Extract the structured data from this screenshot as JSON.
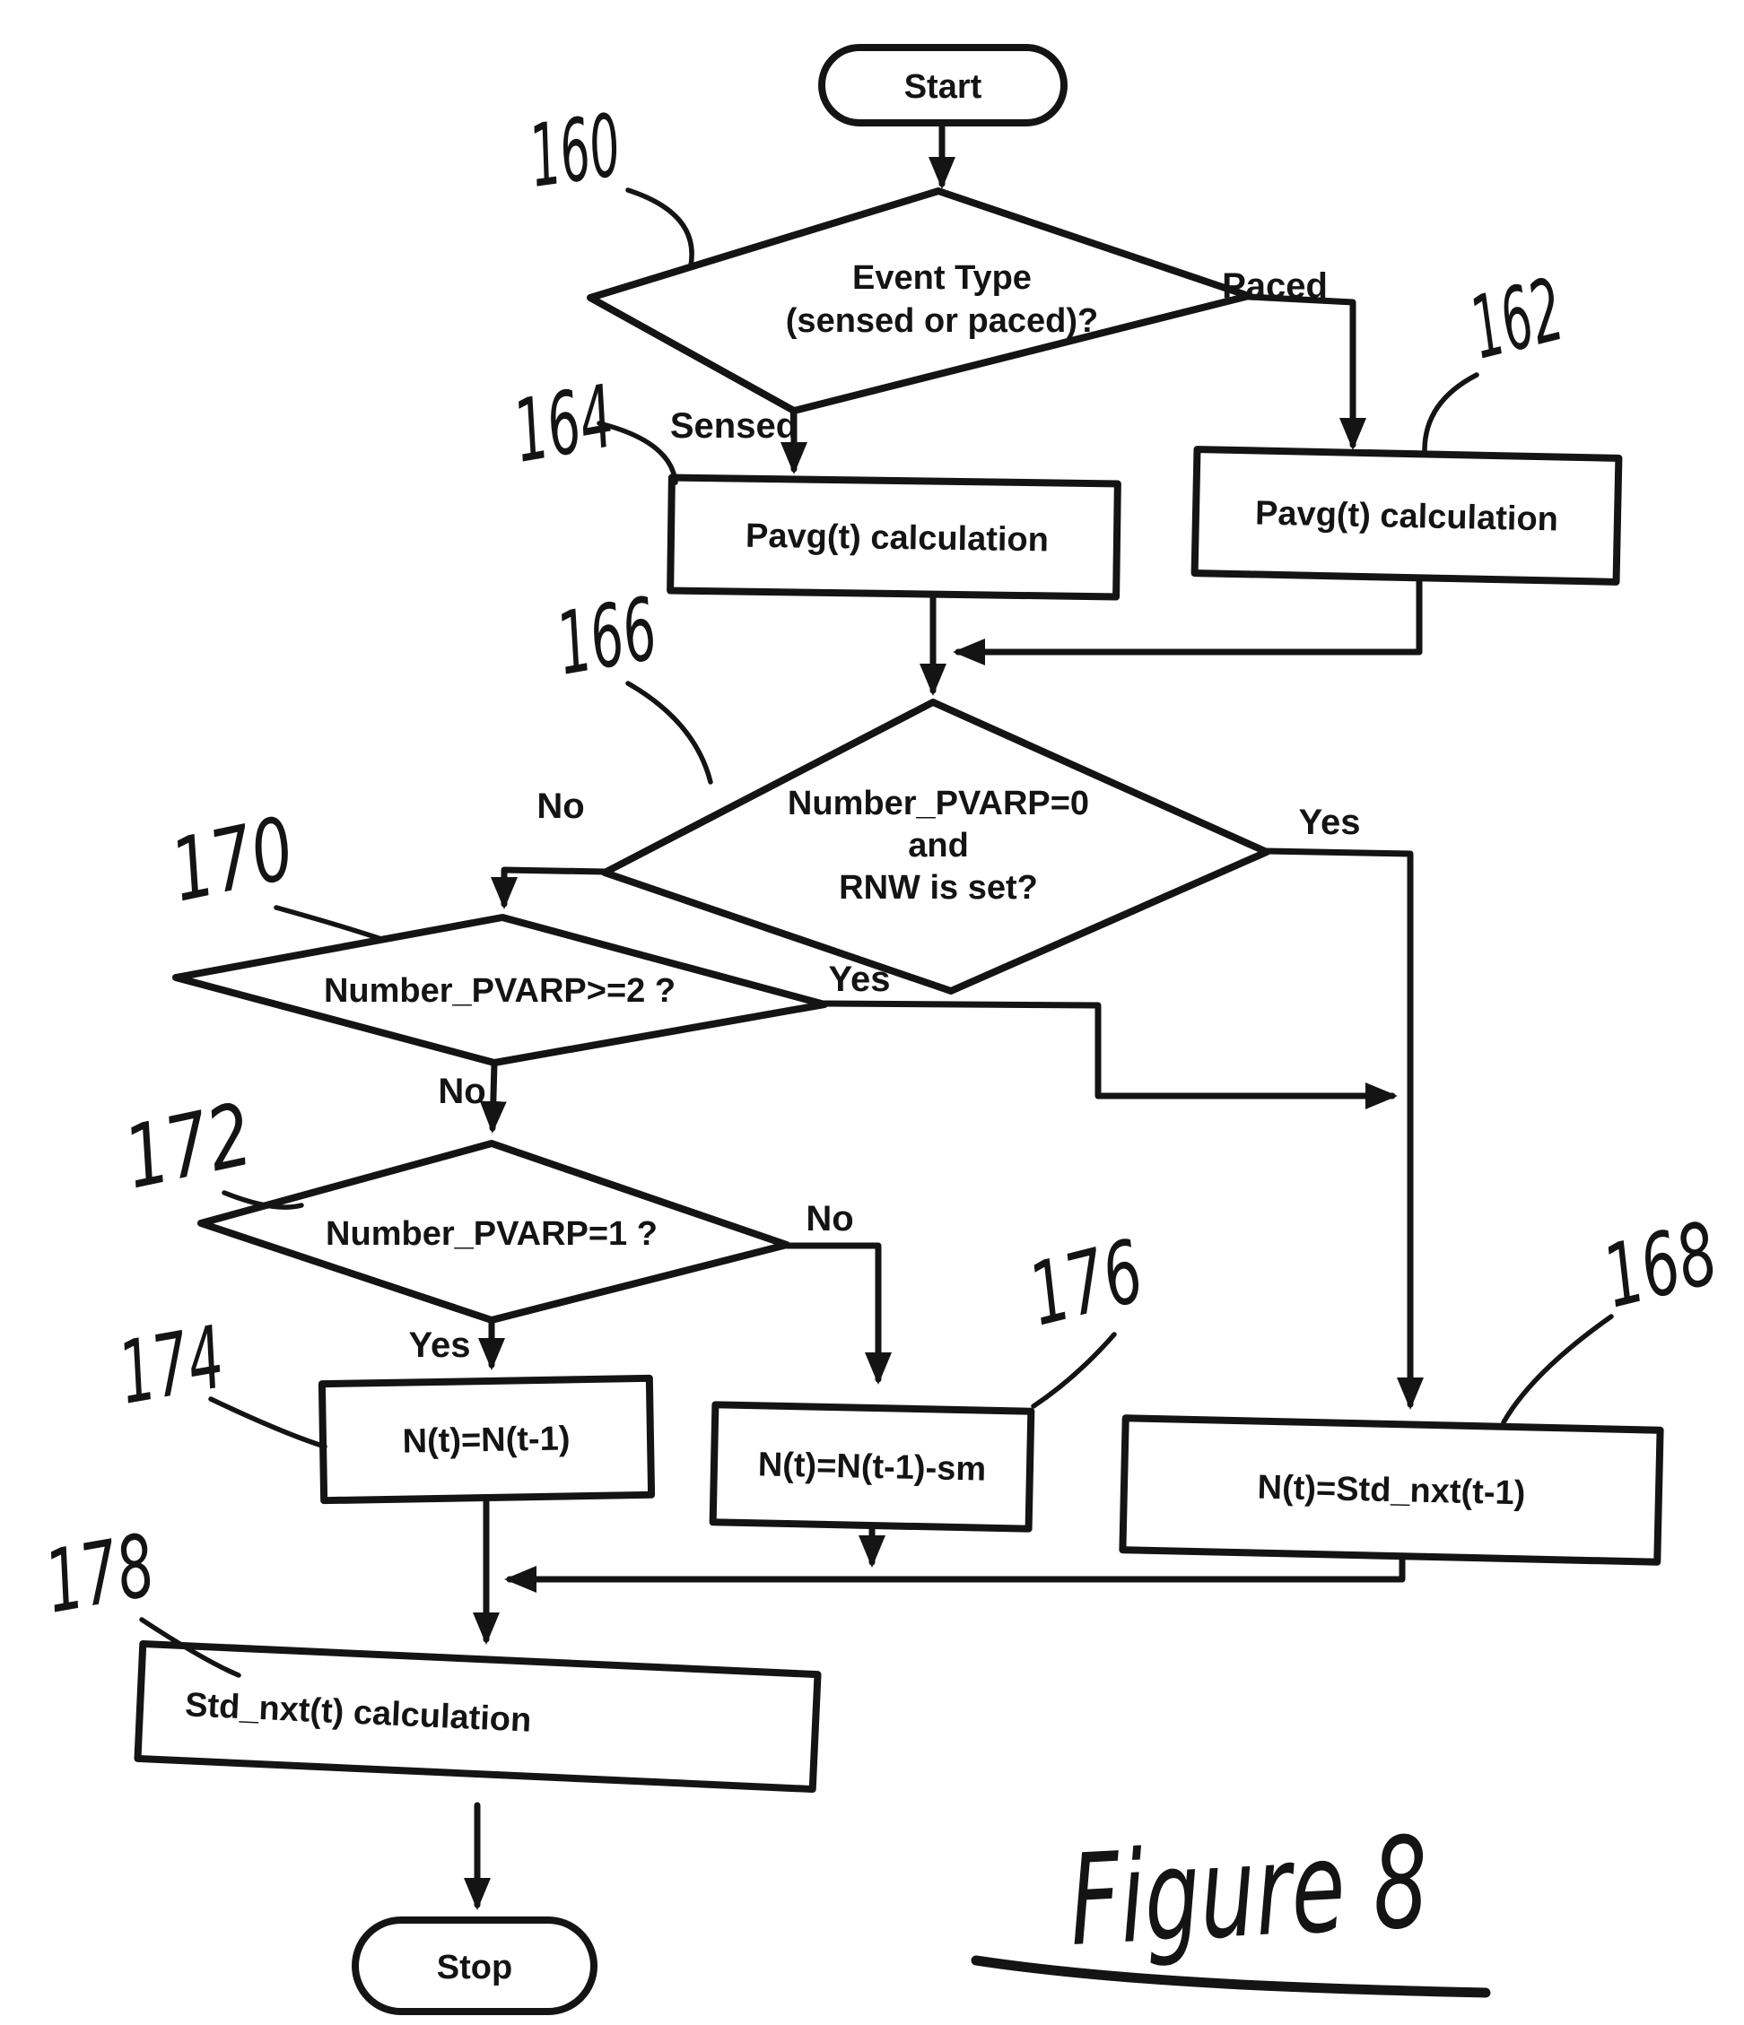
{
  "figure": {
    "caption": "Figure 8"
  },
  "nodes": {
    "start": {
      "label": "Start"
    },
    "decision_event_type": {
      "ref": "160",
      "line1": "Event Type",
      "line2": "(sensed or paced)?"
    },
    "box_pavg_paced": {
      "ref": "162",
      "label": "Pavg(t) calculation"
    },
    "box_pavg_sensed": {
      "ref": "164",
      "label": "Pavg(t) calculation"
    },
    "decision_pvarp0": {
      "ref": "166",
      "line1": "Number_PVARP=0",
      "line2": "and",
      "line3": "RNW is set?"
    },
    "decision_pvarp_ge2": {
      "ref": "170",
      "label": "Number_PVARP>=2 ?"
    },
    "decision_pvarp_eq1": {
      "ref": "172",
      "label": "Number_PVARP=1 ?"
    },
    "box_n_keep": {
      "ref": "174",
      "label": "N(t)=N(t-1)"
    },
    "box_n_minus_sm": {
      "ref": "176",
      "label": "N(t)=N(t-1)-sm"
    },
    "box_n_std": {
      "ref": "168",
      "label": "N(t)=Std_nxt(t-1)"
    },
    "box_std_calc": {
      "ref": "178",
      "label": "Std_nxt(t) calculation"
    },
    "stop": {
      "label": "Stop"
    }
  },
  "edge_labels": {
    "paced": "Paced",
    "sensed": "Sensed",
    "pvarp0_no": "No",
    "pvarp0_yes": "Yes",
    "ge2_yes": "Yes",
    "ge2_no": "No",
    "eq1_no": "No",
    "eq1_yes": "Yes"
  },
  "colors": {
    "ink": "#141414",
    "paper": "#ffffff"
  }
}
